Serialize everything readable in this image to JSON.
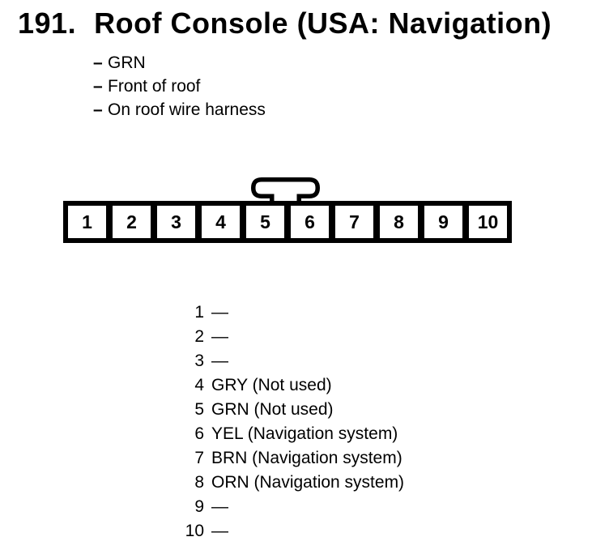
{
  "page": {
    "background_color": "#ffffff",
    "ink_color": "#000000"
  },
  "header": {
    "number": "191.",
    "title": "Roof Console (USA: Navigation)",
    "bullet_char": "–",
    "bullets": [
      "GRN",
      "Front of roof",
      "On roof wire harness"
    ]
  },
  "connector": {
    "cavities": [
      "1",
      "2",
      "3",
      "4",
      "5",
      "6",
      "7",
      "8",
      "9",
      "10"
    ]
  },
  "pinout": {
    "rows": [
      {
        "pin": "1",
        "value": "—"
      },
      {
        "pin": "2",
        "value": "—"
      },
      {
        "pin": "3",
        "value": "—"
      },
      {
        "pin": "4",
        "value": "GRY (Not used)"
      },
      {
        "pin": "5",
        "value": "GRN (Not used)"
      },
      {
        "pin": "6",
        "value": "YEL (Navigation system)"
      },
      {
        "pin": "7",
        "value": "BRN (Navigation system)"
      },
      {
        "pin": "8",
        "value": "ORN (Navigation system)"
      },
      {
        "pin": "9",
        "value": "—"
      },
      {
        "pin": "10",
        "value": "—"
      }
    ]
  }
}
